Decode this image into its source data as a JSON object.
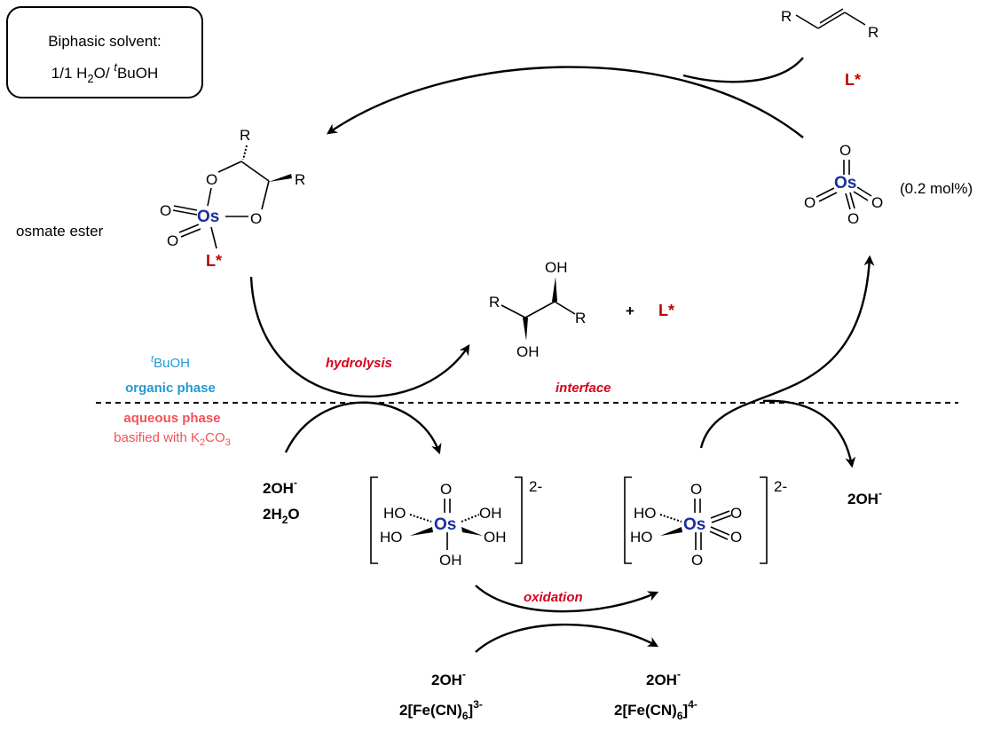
{
  "solvent_box": {
    "line1": "Biphasic solvent:",
    "line2_prefix": "1/1 H",
    "line2_sub": "2",
    "line2_mid": "O/ ",
    "line2_sup": "t",
    "line2_suffix": "BuOH"
  },
  "labels": {
    "osmate_ester": "osmate ester",
    "r": "R",
    "ligand": "L*",
    "os": "Os",
    "o": "O",
    "oh": "OH",
    "ho": "HO",
    "plus": "+",
    "mol_pct": "(0.2 mol%)",
    "charge": "2-"
  },
  "phases": {
    "tbuoh_sup": "t",
    "tbuoh": "BuOH",
    "organic": "organic phase",
    "aqueous": "aqueous phase",
    "basified_prefix": "basified with K",
    "basified_sub1": "2",
    "basified_mid": "CO",
    "basified_sub2": "3",
    "interface": "interface"
  },
  "steps": {
    "hydrolysis": "hydrolysis",
    "oxidation": "oxidation"
  },
  "species": {
    "left_oh": "2OH",
    "left_oh_sup": "-",
    "left_h2o_a": "2H",
    "left_h2o_sub": "2",
    "left_h2o_b": "O",
    "right_oh": "2OH",
    "right_oh_sup": "-",
    "ferri_oh": "2OH",
    "ferri_oh_sup": "-",
    "ferri_a": "2[Fe(CN)",
    "ferri_sub": "6",
    "ferri_b": "]",
    "ferri_sup": "3-",
    "ferro_oh": "2OH",
    "ferro_oh_sup": "-",
    "ferro_a": "2[Fe(CN)",
    "ferro_sub": "6",
    "ferro_b": "]",
    "ferro_sup": "4-"
  },
  "colors": {
    "osmium": "#1a2f9c",
    "ligand": "#c00000",
    "step_label": "#d6001c",
    "organic_phase": "#1f9ad6",
    "aqueous_phase": "#f0525a"
  }
}
